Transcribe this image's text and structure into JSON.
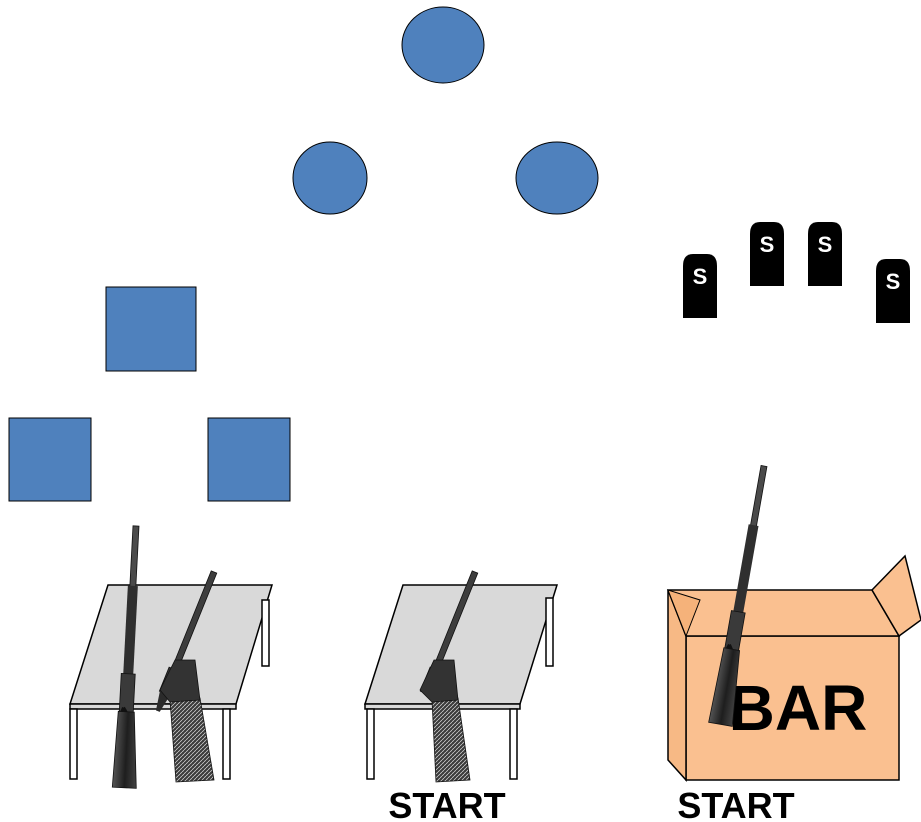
{
  "colors": {
    "target_fill": "#4f81bd",
    "target_stroke": "#000000",
    "table_top": "#d9d9d9",
    "crate_fill": "#fac090",
    "crate_side": "#f5b27a",
    "gun_dark": "#3a3a3a",
    "stock_dark": "#222222"
  },
  "targets": {
    "plate_count": 3,
    "square_count": 3,
    "silhouette_count": 4,
    "silhouette_letter": "S"
  },
  "props": {
    "crate_label": "BAR"
  },
  "stations": {
    "start_label_2": "START",
    "start_label_3": "START"
  }
}
